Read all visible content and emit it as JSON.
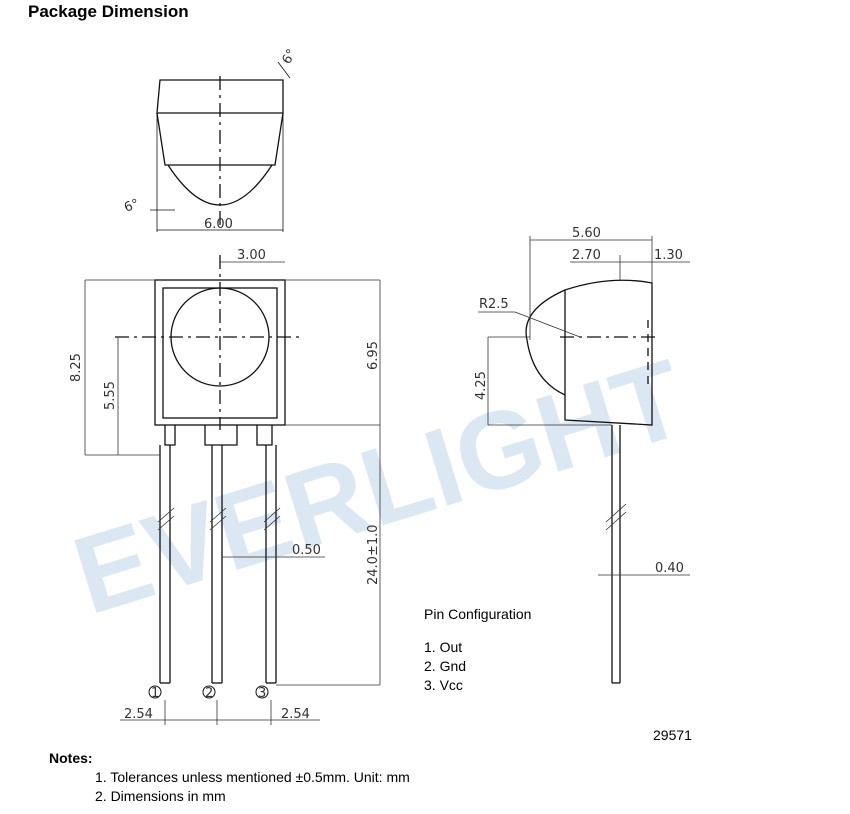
{
  "title": "Package Dimension",
  "watermark": "EVERLIGHT",
  "dimensions": {
    "angle_top": "6°",
    "angle_bottom": "6°",
    "top_width": "6.00",
    "lens_dia": "3.00",
    "body_height_total": "8.25",
    "center_height": "5.55",
    "body_height": "6.95",
    "lead_width": "0.50",
    "lead_length": "24.0±1.0",
    "pitch_left": "2.54",
    "pitch_right": "2.54",
    "side_depth": "5.60",
    "lens_depth": "2.70",
    "back_depth": "1.30",
    "radius": "R2.5",
    "side_height": "4.25",
    "lead_thickness": "0.40"
  },
  "pin_labels": [
    "1",
    "2",
    "3"
  ],
  "pin_configuration": {
    "title": "Pin Configuration",
    "items": [
      "1. Out",
      "2. Gnd",
      "3. Vcc"
    ]
  },
  "drawing_code": "29571",
  "notes": {
    "title": "Notes:",
    "items": [
      "1. Tolerances unless mentioned ±0.5mm. Unit: mm",
      "2. Dimensions in mm"
    ]
  },
  "colors": {
    "line": "#111111",
    "dim_line": "#333333",
    "watermark": "#dbe8f3"
  }
}
